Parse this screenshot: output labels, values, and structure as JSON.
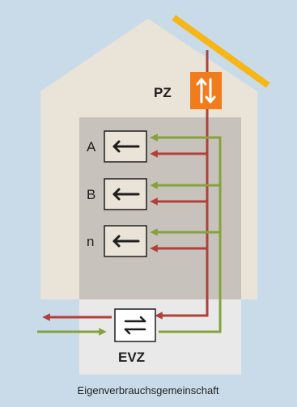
{
  "diagram": {
    "producer_label": "PZ",
    "meter_label": "EVZ",
    "consumers": [
      {
        "label": "A"
      },
      {
        "label": "B"
      },
      {
        "label": "n"
      }
    ],
    "caption": "Eigenverbrauchsgemeinschaft"
  },
  "colors": {
    "background": "#c9dbe9",
    "house": "#eae3d7",
    "inner_area": "#c7c3bc",
    "meter_area": "#e9e9ea",
    "solar_panel": "#f7b618",
    "producer_box": "#f07c1b",
    "red_line": "#b0403a",
    "green_line": "#85a23d"
  },
  "icons": {
    "producer": "bidirectional-arrows-icon",
    "consumer": "left-arrow-icon",
    "meter": "exchange-arrows-icon"
  }
}
